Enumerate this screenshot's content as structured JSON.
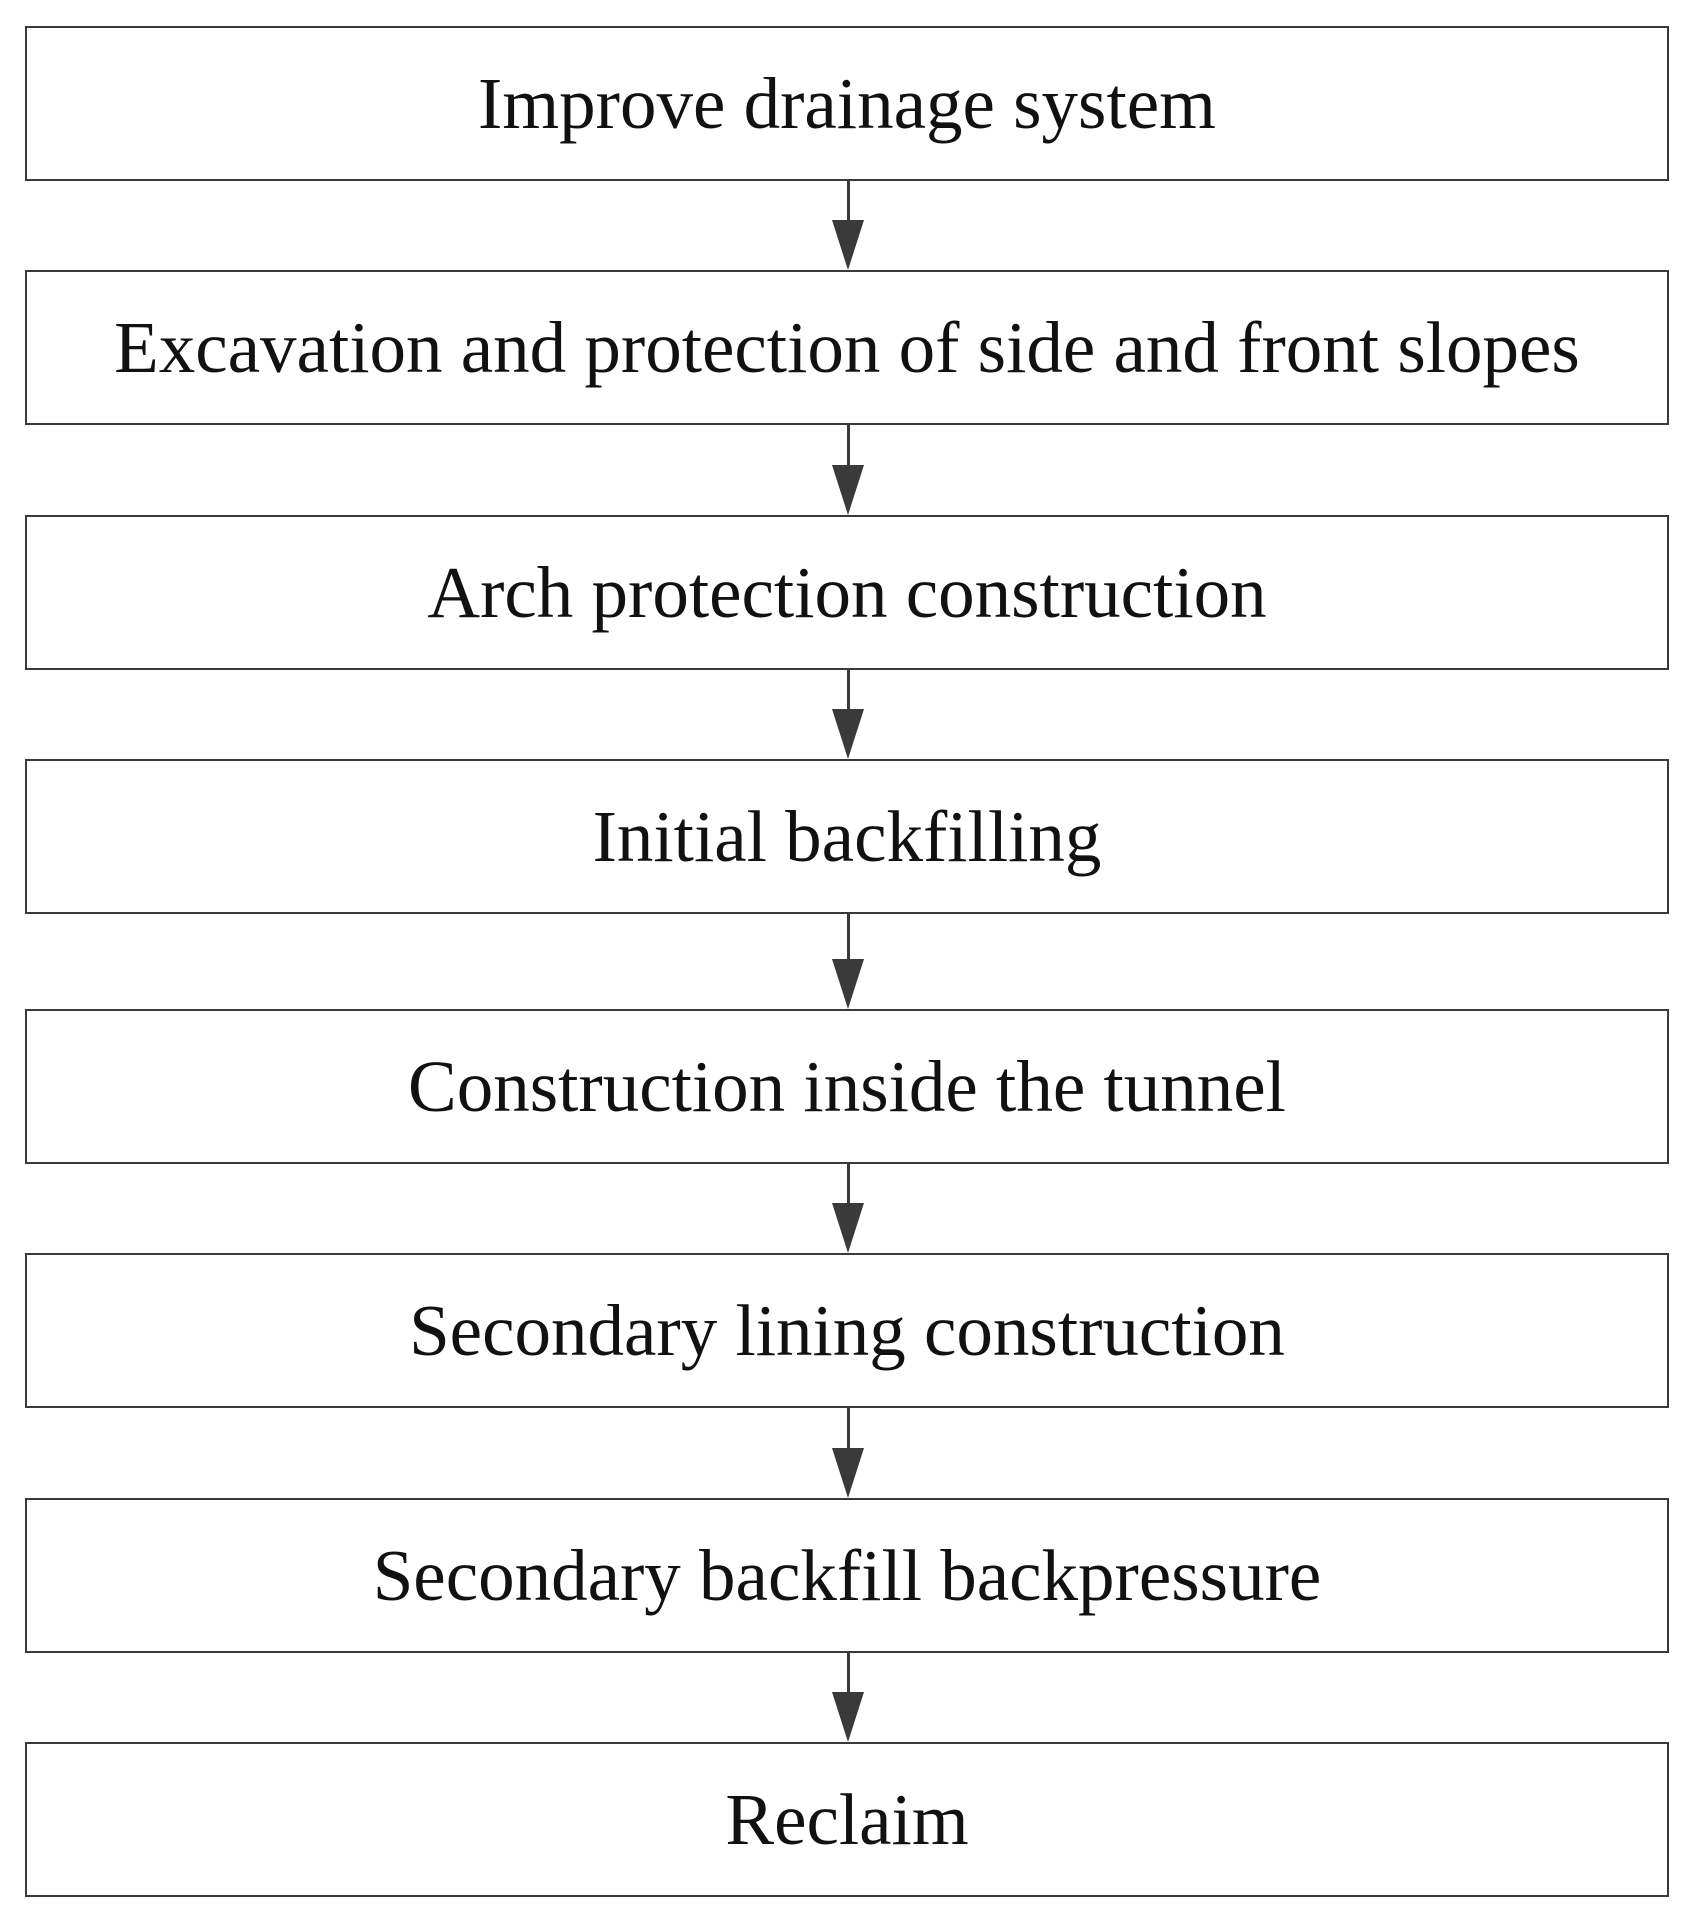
{
  "flowchart": {
    "steps": [
      {
        "label": "Improve drainage system"
      },
      {
        "label": "Excavation and protection of side and front slopes"
      },
      {
        "label": "Arch protection construction"
      },
      {
        "label": "Initial backfilling"
      },
      {
        "label": "Construction inside the tunnel"
      },
      {
        "label": "Secondary lining construction"
      },
      {
        "label": "Secondary backfill backpressure"
      },
      {
        "label": "Reclaim"
      }
    ],
    "colors": {
      "box_border": "#3a3a3a",
      "arrow": "#3a3a3a",
      "text": "#111111",
      "background": "#ffffff"
    }
  }
}
